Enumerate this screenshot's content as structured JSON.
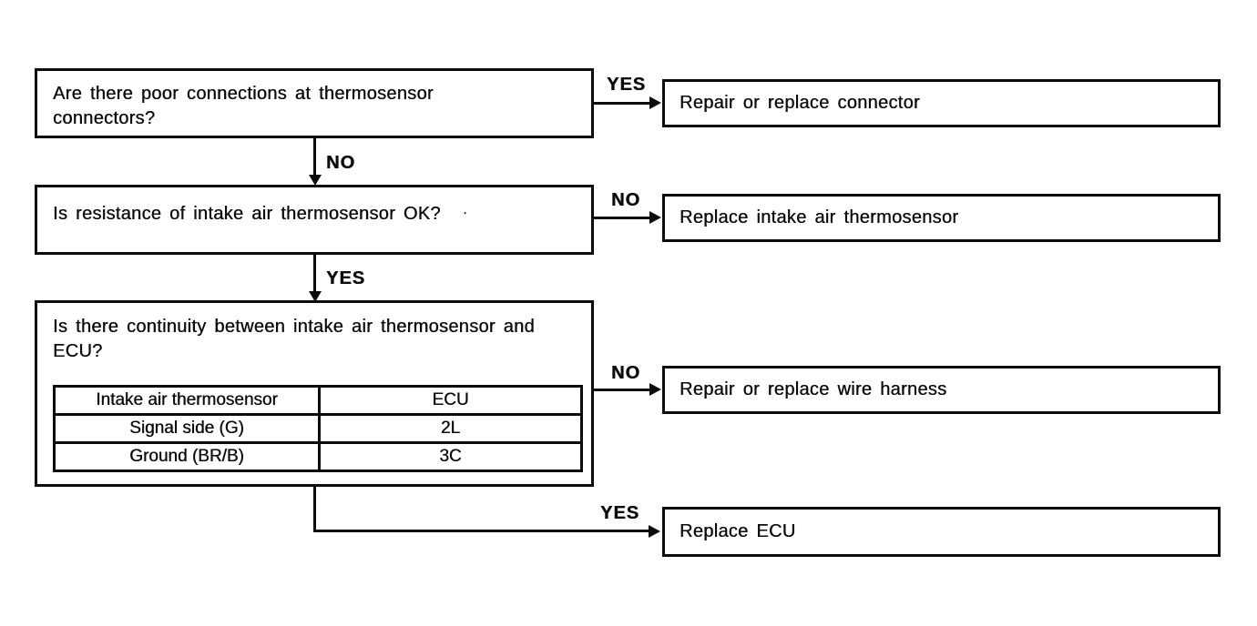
{
  "flowchart": {
    "nodes": {
      "q1": "Are there poor connections at thermosensor connectors?",
      "q2": "Is resistance of intake air thermosensor OK?",
      "q2_mark": "·",
      "q3": "Is there continuity between intake air thermosensor and ECU?",
      "r1": "Repair or replace connector",
      "r2": "Replace intake air thermosensor",
      "r3": "Repair or replace wire harness",
      "r4": "Replace ECU"
    },
    "branch_labels": {
      "q1_yes": "YES",
      "q1_no": "NO",
      "q2_no": "NO",
      "q2_yes": "YES",
      "q3_no": "NO",
      "q3_yes": "YES"
    },
    "table": {
      "headers": [
        "Intake air thermosensor",
        "ECU"
      ],
      "rows": [
        [
          "Signal side (G)",
          "2L"
        ],
        [
          "Ground (BR/B)",
          "3C"
        ]
      ]
    },
    "colors": {
      "ink": "#0c0c0c",
      "paper": "#ffffff"
    }
  }
}
